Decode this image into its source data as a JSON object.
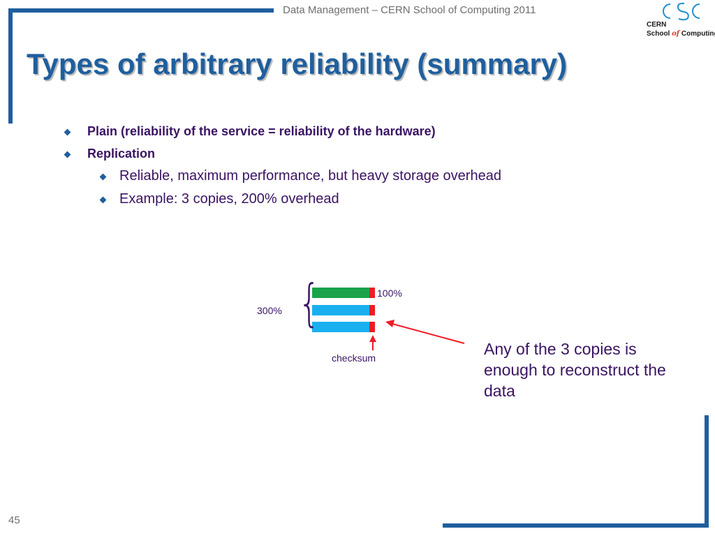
{
  "header": {
    "text": "Data Management – CERN School of Computing 2011"
  },
  "logo": {
    "mark": "CSC",
    "line1": "CERN",
    "line2_a": "School ",
    "line2_of": "of",
    "line2_b": " Computing"
  },
  "title": "Types of arbitrary reliability (summary)",
  "bullets": [
    {
      "text": "Plain (reliability of the service = reliability of the hardware)",
      "sub": []
    },
    {
      "text": "Replication",
      "sub": [
        "Reliable, maximum performance, but heavy storage overhead",
        "Example: 3 copies, 200% overhead"
      ]
    }
  ],
  "diagram": {
    "label_100": "100%",
    "label_300": "300%",
    "label_checksum": "checksum",
    "callout": "Any of the 3 copies is enough to reconstruct the data",
    "colors": {
      "data_first": "#1aa34a",
      "data_copy": "#1ab0f0",
      "checksum": "#ee1c25",
      "text": "#3a1463",
      "accent": "#1f5f9e"
    }
  },
  "page_number": "45"
}
